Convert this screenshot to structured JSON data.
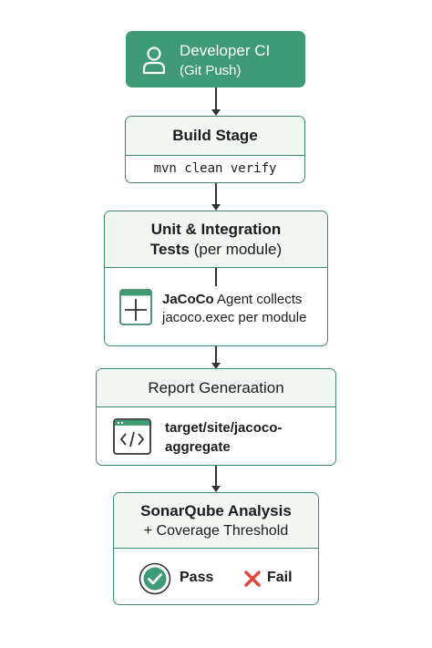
{
  "developer": {
    "title": "Developer CI",
    "subtitle": "(Git Push)",
    "icon": "user-icon"
  },
  "build": {
    "title": "Build Stage",
    "command": "mvn clean verify"
  },
  "tests": {
    "title_line1": "Unit & Integration",
    "title_bold": "Tests",
    "title_rest": " (per module)",
    "body_bold": "JaCoCo",
    "body_rest": " Agent collects",
    "body_line2": "jacoco.exec per module",
    "icon": "table-icon"
  },
  "report": {
    "title": "Report Generaation",
    "body_line1": "target/site/jacoco-",
    "body_line2": "aggregate",
    "icon": "code-window-icon"
  },
  "sonar": {
    "title": "SonarQube Analysis",
    "subtitle": "+ Coverage Threshold",
    "pass_label": "Pass",
    "fail_label": "Fail",
    "pass_icon": "check-circle-icon",
    "fail_icon": "x-icon"
  },
  "colors": {
    "accent": "#3e9b74",
    "border": "#3e8a6a",
    "header_bg": "#eef7f1",
    "fail": "#e0453a"
  }
}
